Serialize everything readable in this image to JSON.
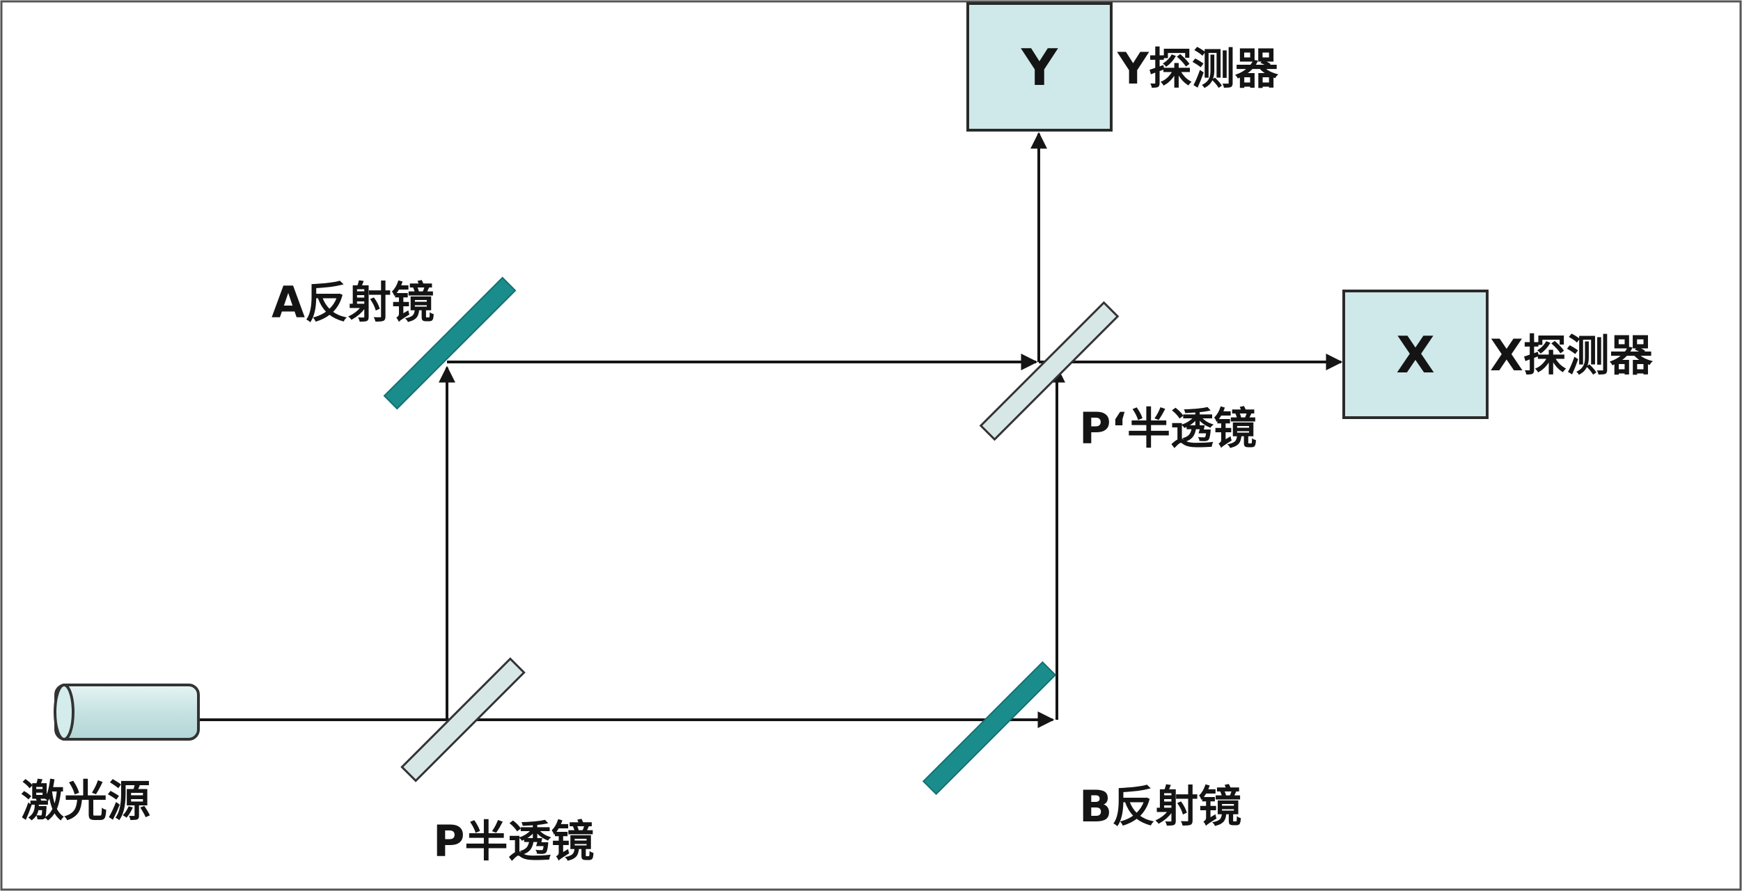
{
  "diagram": {
    "laser_label": "激光源",
    "p_splitter_label": "P半透镜",
    "p_prime_splitter_label": "P‘半透镜",
    "a_mirror_label": "A反射镜",
    "b_mirror_label": "B反射镜",
    "x_detector_letter": "X",
    "x_detector_label": "X探测器",
    "y_detector_letter": "Y",
    "y_detector_label": "Y探测器"
  },
  "colors": {
    "detector_fill": "#cfe8ea",
    "splitter_fill": "#d6e7e6",
    "mirror_fill": "#1a8c8c",
    "beam": "#151515"
  }
}
